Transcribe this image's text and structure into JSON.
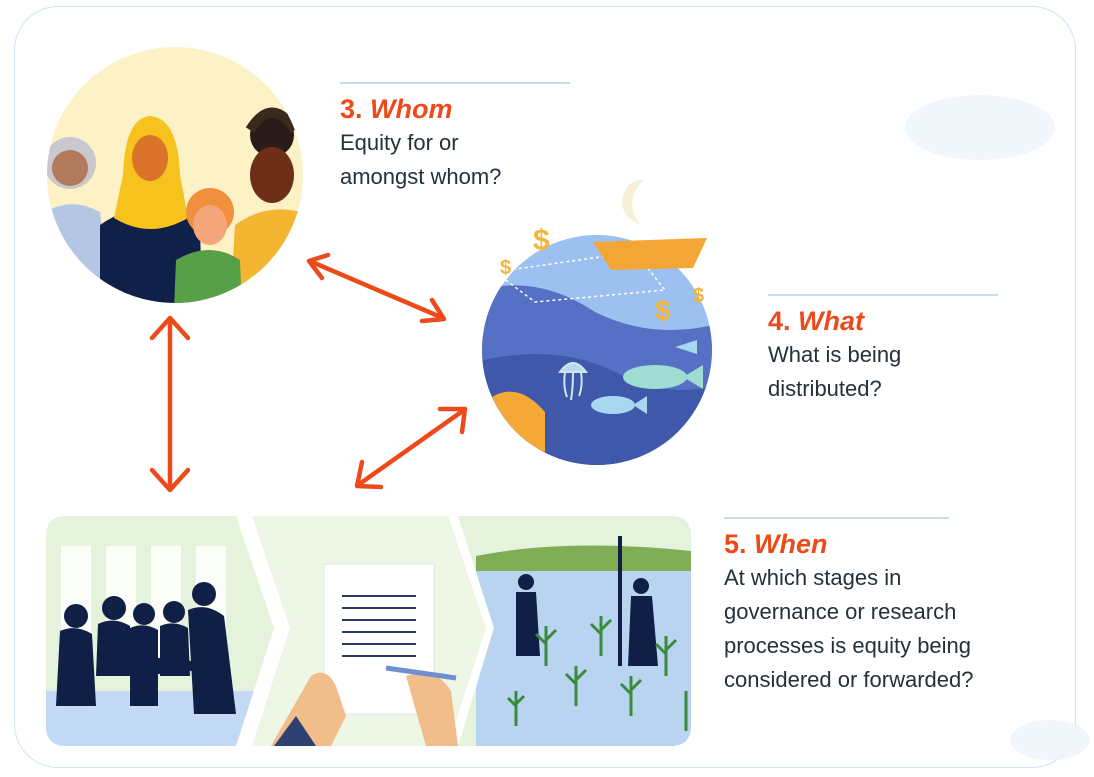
{
  "labels": [
    {
      "number": "3.",
      "word": "Whom",
      "text_lines": [
        "Equity for or",
        "amongst whom?"
      ]
    },
    {
      "number": "4.",
      "word": "What",
      "text_lines": [
        "What is being",
        "distributed?"
      ]
    },
    {
      "number": "5.",
      "word": "When",
      "text_lines": [
        "At which stages in",
        "governance or research",
        "processes is equity being",
        "considered or forwarded?"
      ]
    }
  ],
  "colors": {
    "accent": "#ec4a1a",
    "navy": "#0f1f45",
    "water": "#4b63b8",
    "sky": "#b9d4f1"
  },
  "icons": [
    "people-illustration",
    "ocean-fishing-illustration",
    "process-stages-illustration",
    "double-arrow-icon",
    "dollar-icon",
    "fish-icon",
    "jellyfish-icon",
    "boat-icon",
    "moon-icon",
    "document-icon",
    "pen-icon",
    "mangrove-icon"
  ]
}
